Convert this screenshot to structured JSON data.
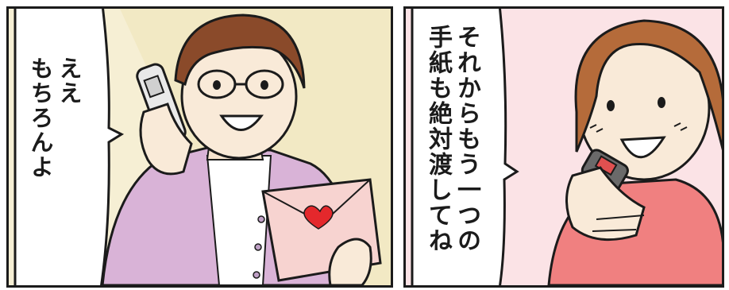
{
  "panels": [
    {
      "speech": {
        "line1": "ええ",
        "line2": "もちろんよ"
      },
      "prop": "letter-with-heart",
      "colors": {
        "background": "#f6efd4",
        "cardigan": "#d9b3d7",
        "envelope": "#f7d3d0",
        "heart": "#e4282c"
      }
    },
    {
      "speech": {
        "line1": "それからもう一つの",
        "line2": "手紙も絶対渡してね"
      },
      "prop": "flip-phone",
      "colors": {
        "background": "#fbe3e6",
        "sweater": "#f08080",
        "hair": "#b56b3a"
      }
    }
  ]
}
